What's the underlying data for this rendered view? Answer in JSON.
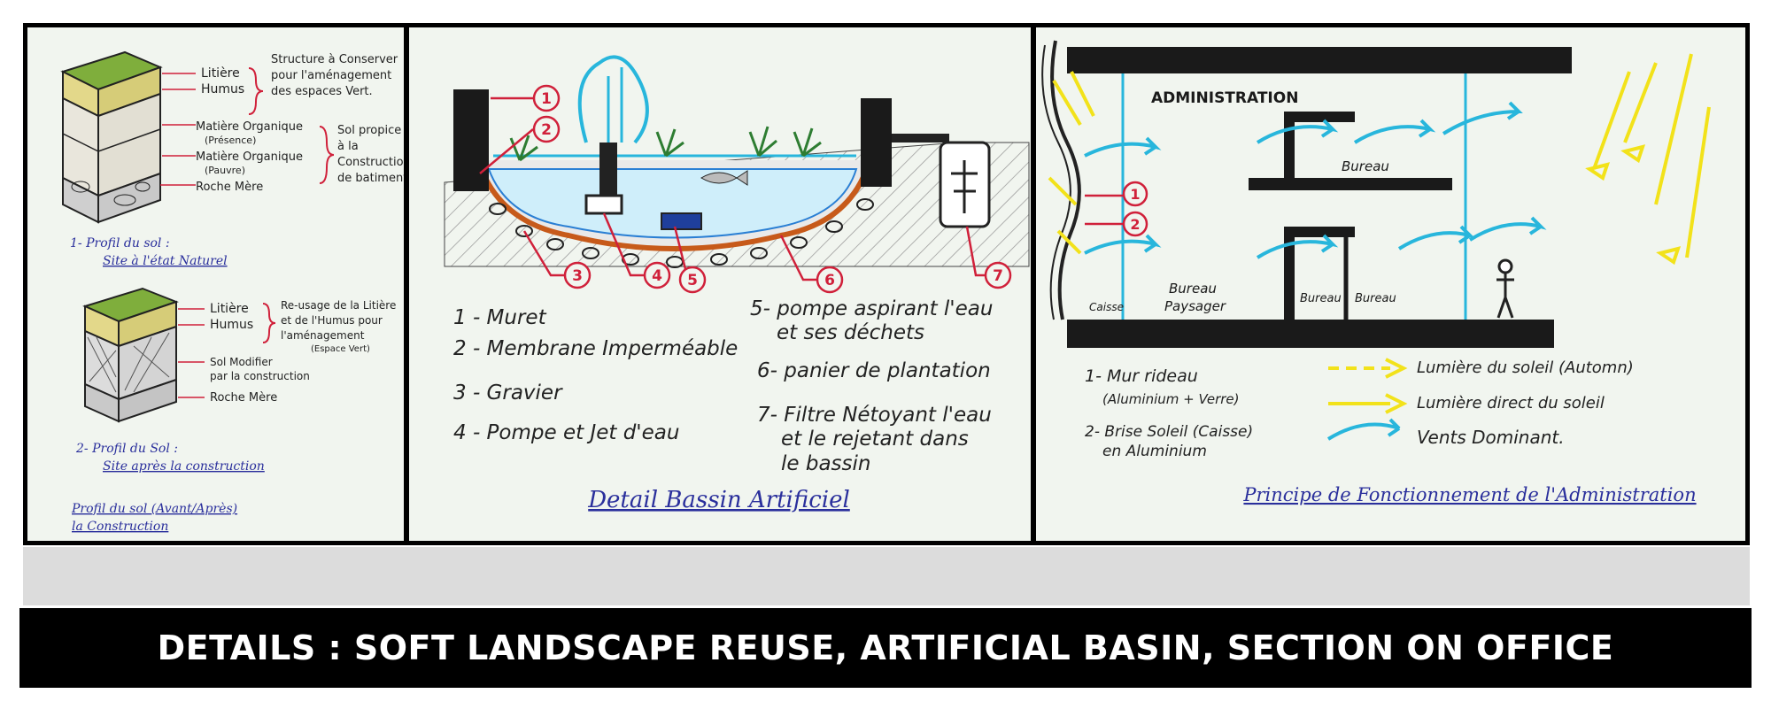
{
  "panel1": {
    "top_labels": [
      "Litière",
      "Humus"
    ],
    "top_note": [
      "Structure à Conserver",
      "pour l'aménagement",
      "des espaces Vert."
    ],
    "mid_labels": [
      "Matière Organique",
      "(Présence)",
      "Matière Organique",
      "(Pauvre)",
      "Roche Mère"
    ],
    "mid_note": [
      "Sol propice",
      "à la",
      "Construction",
      "de batiments"
    ],
    "caption1": [
      "1- Profil du sol :",
      "Site à l'état Naturel"
    ],
    "bottom_labels": [
      "Litière",
      "Humus",
      "Sol Modifier",
      "par la construction",
      "Roche Mère"
    ],
    "bottom_note": [
      "Re-usage de la Litière",
      "et de l'Humus pour",
      "l'aménagement",
      "(Espace Vert)"
    ],
    "caption2": [
      "2- Profil du Sol :",
      "Site après la construction"
    ],
    "title": [
      "Profil du sol (Avant/Après)",
      "la Construction"
    ]
  },
  "panel2": {
    "callouts": [
      "1",
      "2",
      "3",
      "4",
      "5",
      "6",
      "7"
    ],
    "legend_left": [
      "1 - Muret",
      "2 - Membrane Imperméable",
      "3 - Gravier",
      "4 - Pompe et Jet d'eau"
    ],
    "legend_right": [
      "5- pompe aspirant l'eau",
      "et ses déchets",
      "6- panier de plantation",
      "7- Filtre Nétoyant l'eau",
      "et le rejetant dans",
      "le bassin"
    ],
    "title": "Detail Bassin Artificiel"
  },
  "panel3": {
    "labels": {
      "administration": "ADMINISTRATION",
      "bureau_top": "Bureau",
      "caisse": "Caisse",
      "bureau_paysager": [
        "Bureau",
        "Paysager"
      ],
      "bureau_a": "Bureau",
      "bureau_b": "Bureau"
    },
    "callouts": [
      "1",
      "2"
    ],
    "legend_left": [
      "1- Mur rideau",
      "(Aluminium + Verre)",
      "2- Brise Soleil (Caisse)",
      "en Aluminium"
    ],
    "legend_right": [
      "Lumière du soleil (Automn)",
      "Lumière direct du soleil",
      "Vents Dominant."
    ],
    "title": "Principe de Fonctionnement de l'Administration"
  },
  "banner": {
    "title": "DETAILS : SOFT LANDSCAPE REUSE, ARTIFICIAL BASIN, SECTION ON OFFICE"
  },
  "colors": {
    "ink_blue": "#2a2f9c",
    "callout_red": "#d0203a",
    "water_cyan": "#28b6dc",
    "sun_yellow": "#f2e21a"
  }
}
